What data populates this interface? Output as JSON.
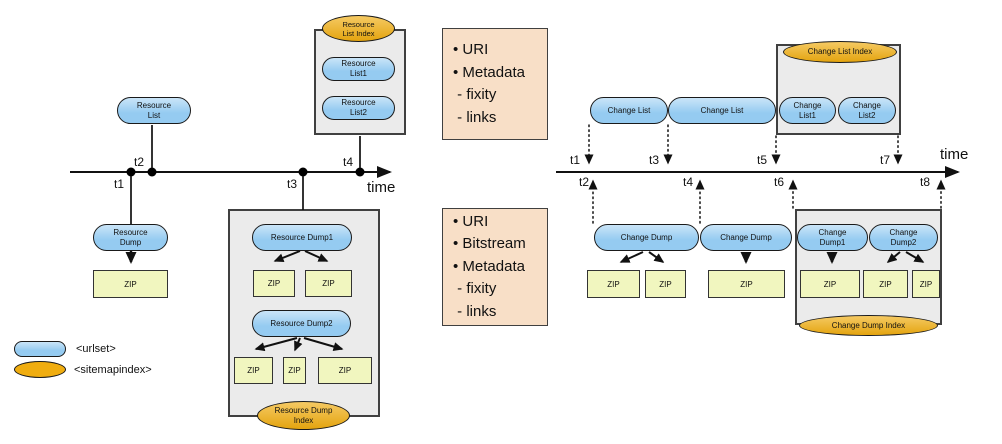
{
  "colors": {
    "urlset_fill": "#95CBF1",
    "sitemapindex_fill": "#F0AD10",
    "zip_fill": "#F1F6BF",
    "note_fill": "#F8DFC7",
    "group_fill": "#EBEBEB",
    "line": "#111111"
  },
  "zip_label": "ZIP",
  "legend": {
    "urlset": "<urlset>",
    "sitemapindex": "<sitemapindex>"
  },
  "notes": {
    "list": "• URI\n• Metadata\n - fixity\n - links",
    "dump": "• URI\n• Bitstream\n• Metadata\n - fixity\n - links"
  },
  "left": {
    "axis_label": "time",
    "ticks": [
      "t1",
      "t2",
      "t3",
      "t4"
    ],
    "resource_list": "Resource\nList",
    "resource_list_index": "Resource\nList Index",
    "resource_list1": "Resource\nList1",
    "resource_list2": "Resource\nList2",
    "resource_dump": "Resource\nDump",
    "resource_dump1": "Resource Dump1",
    "resource_dump2": "Resource Dump2",
    "resource_dump_index": "Resource Dump\nIndex"
  },
  "right": {
    "axis_label": "time",
    "ticks": [
      "t1",
      "t2",
      "t3",
      "t4",
      "t5",
      "t6",
      "t7",
      "t8"
    ],
    "change_list_a": "Change List",
    "change_list_b": "Change List",
    "change_list_index": "Change List Index",
    "change_list1": "Change\nList1",
    "change_list2": "Change\nList2",
    "change_dump_a": "Change Dump",
    "change_dump_b": "Change Dump",
    "change_dump1": "Change\nDump1",
    "change_dump2": "Change\nDump2",
    "change_dump_index": "Change Dump Index"
  }
}
